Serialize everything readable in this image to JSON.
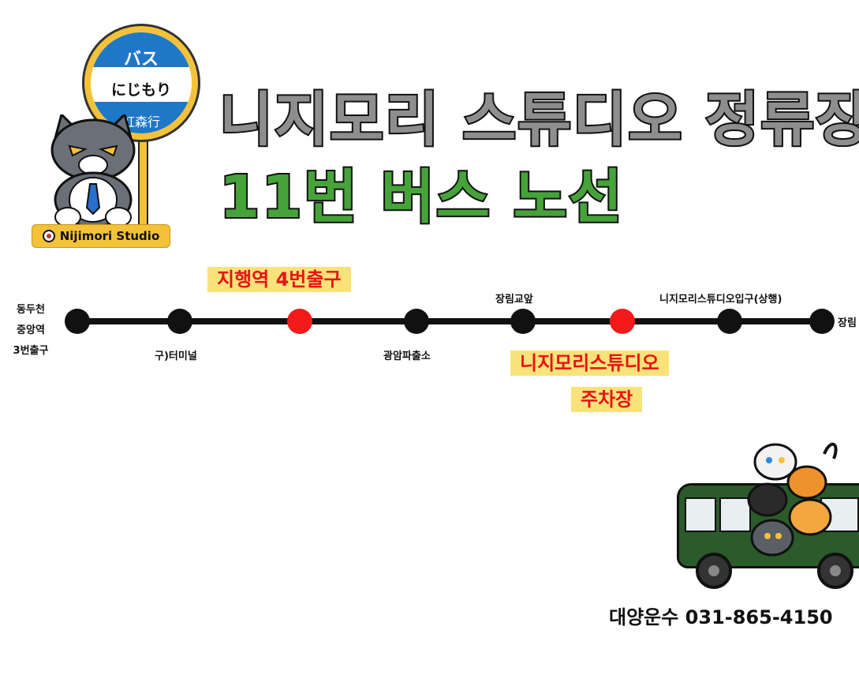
{
  "logo": {
    "sign_line1": "バス",
    "sign_line2": "にじもり",
    "sign_line3": "虹森行",
    "brand": "Nijimori Studio"
  },
  "headline": {
    "line1": "니지모리 스튜디오 정류장",
    "line2": "11번 버스 노선"
  },
  "route": {
    "stops": [
      {
        "label": "동두천\n중앙역\n3번출구",
        "highlight": false
      },
      {
        "label": "구)터미널",
        "highlight": false
      },
      {
        "label": "지행역 4번출구",
        "highlight": true
      },
      {
        "label": "광암파출소",
        "highlight": false
      },
      {
        "label": "장림교앞",
        "highlight": false
      },
      {
        "label": "니지모리스튜디오\n주차장",
        "highlight": true
      },
      {
        "label": "니지모리스튜디오입구(상행)",
        "highlight": false
      },
      {
        "label": "장림",
        "highlight": false
      }
    ],
    "stop_color": "#111111",
    "highlight_color": "#f21a1a",
    "highlight_label_bg": "#f9e27a",
    "highlight_label_color": "#e81414",
    "highlight2_line1": "니지모리스튜디오",
    "highlight2_line2": "주차장",
    "first_line1": "동두천",
    "first_line2": "중앙역",
    "first_line3": "3번출구"
  },
  "contact": {
    "text": "대양운수 031-865-4150"
  },
  "icons": [
    "bus-icon",
    "cat-mascot-icon",
    "flower-emblem-icon"
  ]
}
